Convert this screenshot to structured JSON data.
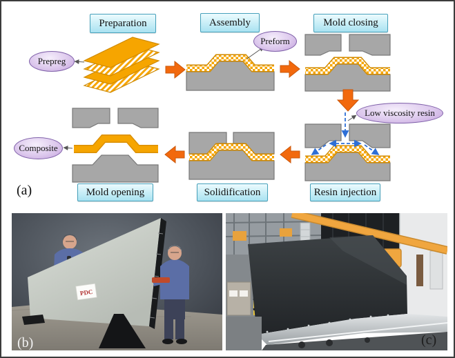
{
  "figure": {
    "panel_a": {
      "label": "(a)",
      "steps": [
        {
          "id": "preparation",
          "label": "Preparation"
        },
        {
          "id": "assembly",
          "label": "Assembly"
        },
        {
          "id": "mold-closing",
          "label": "Mold closing"
        },
        {
          "id": "resin-injection",
          "label": "Resin injection"
        },
        {
          "id": "solidification",
          "label": "Solidification"
        },
        {
          "id": "mold-opening",
          "label": "Mold opening"
        }
      ],
      "callouts": [
        {
          "id": "prepreg",
          "label": "Prepreg"
        },
        {
          "id": "preform",
          "label": "Preform"
        },
        {
          "id": "low-viscosity-resin",
          "label": "Low viscosity resin"
        },
        {
          "id": "composite",
          "label": "Composite"
        }
      ],
      "icons": [
        "flow-arrow-right-icon",
        "flow-arrow-down-icon",
        "flow-arrow-left-icon",
        "resin-flow-dashed-arrow-icon",
        "callout-pointer-arrow-icon"
      ],
      "colors": {
        "step_box_fill": "#bfe9f5",
        "step_box_border": "#45a0ba",
        "callout_fill": "#d5b8e8",
        "callout_border": "#7e5fa8",
        "process_arrow": "#f2690d",
        "prepreg_amber": "#f6a500",
        "mold_grey": "#a7a7a7",
        "resin_arrow_blue": "#2e6fd6"
      }
    },
    "panel_b": {
      "label": "(b)",
      "sticker": "PDC"
    },
    "panel_c": {
      "label": "(c)"
    }
  }
}
